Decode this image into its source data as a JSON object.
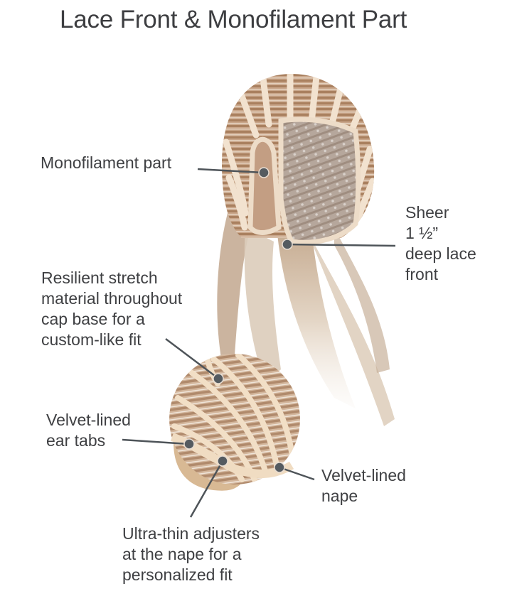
{
  "title": "Lace Front & Monofilament Part",
  "colors": {
    "text": "#3f4043",
    "callout_line": "#4e5459",
    "callout_dot": "#555b60",
    "cap_band": "#f0dcc4",
    "cap_fill": "#b8947a",
    "hair_light": "#e9dccb",
    "hair_dark": "#b49a80",
    "mono_fill": "#b9aca4"
  },
  "callouts": [
    {
      "id": "monofilament-part",
      "lines": [
        "Monofilament part"
      ]
    },
    {
      "id": "lace-front",
      "lines": [
        "Sheer",
        "1 ½”",
        "deep lace",
        "front"
      ]
    },
    {
      "id": "stretch-material",
      "lines": [
        "Resilient stretch",
        "material throughout",
        "cap base for a",
        "custom-like fit"
      ]
    },
    {
      "id": "ear-tabs",
      "lines": [
        "Velvet-lined",
        "ear tabs"
      ]
    },
    {
      "id": "nape",
      "lines": [
        "Velvet-lined",
        "nape"
      ]
    },
    {
      "id": "adjusters",
      "lines": [
        "Ultra-thin adjusters",
        "at the nape for a",
        "personalized fit"
      ]
    }
  ]
}
